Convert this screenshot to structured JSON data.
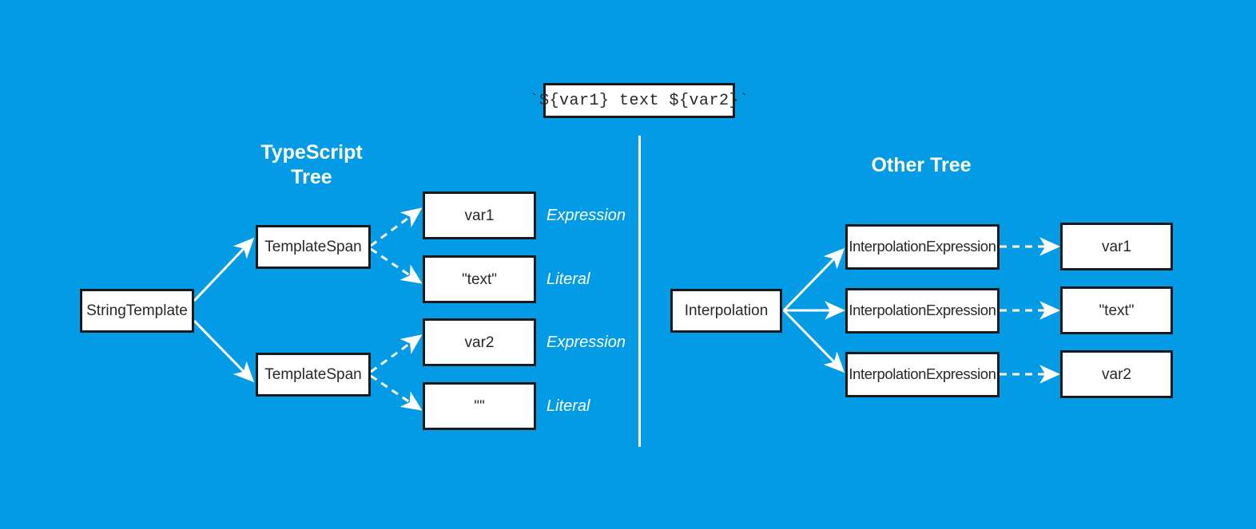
{
  "canvas": {
    "background": "#039be5",
    "node_fill": "#ffffff",
    "node_border": "#1a1a1a",
    "edge_color": "#ffffff",
    "text_color": "#26282a",
    "label_color": "#ffffff"
  },
  "code_box": {
    "text": "`${var1} text ${var2}`"
  },
  "left_tree": {
    "title": "TypeScript\nTree",
    "nodes": {
      "root": "StringTemplate",
      "span1": "TemplateSpan",
      "span2": "TemplateSpan",
      "leaf1": "var1",
      "leaf2": "\"text\"",
      "leaf3": "var2",
      "leaf4": "\"\""
    },
    "labels": {
      "l1": "Expression",
      "l2": "Literal",
      "l3": "Expression",
      "l4": "Literal"
    }
  },
  "right_tree": {
    "title": "Other Tree",
    "nodes": {
      "root": "Interpolation",
      "child1": "InterpolationExpression",
      "child2": "InterpolationExpression",
      "child3": "InterpolationExpression",
      "leaf1": "var1",
      "leaf2": "\"text\"",
      "leaf3": "var2"
    }
  }
}
